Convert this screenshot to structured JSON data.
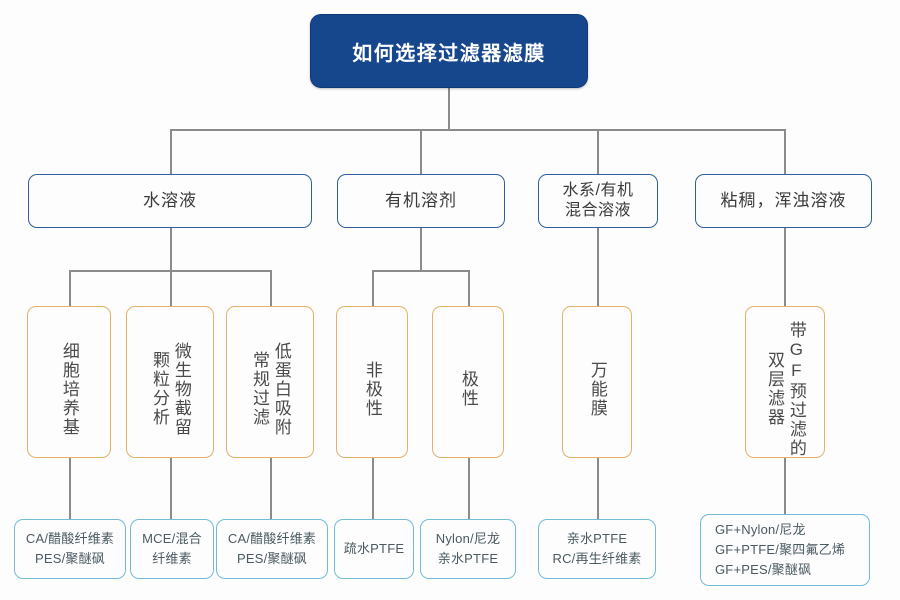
{
  "diagram": {
    "title_node": {
      "label": "如何选择过滤器滤膜"
    },
    "colors": {
      "title_fill": "#16468c",
      "title_text": "#ffffff",
      "level2_border": "#2f5f9e",
      "level3_border": "#e3b268",
      "level4_border": "#72bcd8",
      "connector": "#8b8b8b",
      "background": "#fdfdfd"
    },
    "level2": [
      {
        "id": "aqueous",
        "lines": [
          "水溶液"
        ]
      },
      {
        "id": "organic",
        "lines": [
          "有机溶剂"
        ]
      },
      {
        "id": "mixed",
        "lines": [
          "水系/有机",
          "混合溶液"
        ]
      },
      {
        "id": "viscous",
        "lines": [
          "粘稠，浑浊溶液"
        ]
      }
    ],
    "level3": [
      {
        "id": "cell-culture",
        "parent": "aqueous",
        "columns": [
          "细胞培养基"
        ]
      },
      {
        "id": "microbe-particle",
        "parent": "aqueous",
        "columns": [
          "微生物截留",
          "颗粒分析"
        ]
      },
      {
        "id": "lowprotein-routine",
        "parent": "aqueous",
        "columns": [
          "低蛋白吸附",
          "常规过滤"
        ]
      },
      {
        "id": "nonpolar",
        "parent": "organic",
        "columns": [
          "非极性"
        ]
      },
      {
        "id": "polar",
        "parent": "organic",
        "columns": [
          "极性"
        ]
      },
      {
        "id": "universal",
        "parent": "mixed",
        "columns": [
          "万能膜"
        ]
      },
      {
        "id": "gf-prefilter",
        "parent": "viscous",
        "columns": [
          "带GF预过滤的",
          "双层滤器"
        ]
      }
    ],
    "level4": [
      {
        "id": "mem-ca-pes-1",
        "parent": "cell-culture",
        "lines": [
          "CA/醋酸纤维素",
          "PES/聚醚砜"
        ]
      },
      {
        "id": "mem-mce",
        "parent": "microbe-particle",
        "lines": [
          "MCE/混合",
          "纤维素"
        ]
      },
      {
        "id": "mem-ca-pes-2",
        "parent": "lowprotein-routine",
        "lines": [
          "CA/醋酸纤维素",
          "PES/聚醚砜"
        ]
      },
      {
        "id": "mem-hydrophobic-ptfe",
        "parent": "nonpolar",
        "lines": [
          "疏水PTFE"
        ]
      },
      {
        "id": "mem-nylon-ptfe",
        "parent": "polar",
        "lines": [
          "Nylon/尼龙",
          "亲水PTFE"
        ]
      },
      {
        "id": "mem-ptfe-rc",
        "parent": "universal",
        "lines": [
          "亲水PTFE",
          "RC/再生纤维素"
        ]
      },
      {
        "id": "mem-gf-combo",
        "parent": "gf-prefilter",
        "lines": [
          "GF+Nylon/尼龙",
          "GF+PTFE/聚四氟乙烯",
          "GF+PES/聚醚砜"
        ]
      }
    ]
  }
}
